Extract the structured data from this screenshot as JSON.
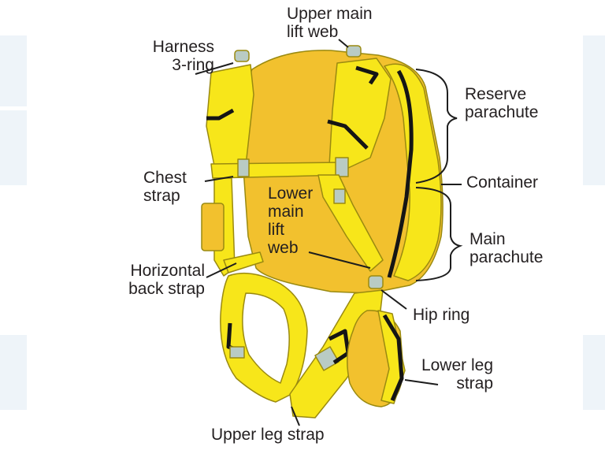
{
  "colors": {
    "yellow": "#f7e61a",
    "yellow_light": "#fbef4c",
    "gold": "#f2c12e",
    "gold_dark": "#e6ad1e",
    "hardware": "#b9cbc4",
    "outline": "#9a8a10",
    "black_strip": "#151515",
    "label": "#231f20",
    "panel": "#eef4f9"
  },
  "icons": [
    "parachute-harness-icon",
    "ring-icon",
    "buckle-icon"
  ],
  "labels": {
    "harness_3_ring": "Harness\n3-ring",
    "upper_main_lift_web": "Upper main\nlift web",
    "reserve_parachute": "Reserve\nparachute",
    "container": "Container",
    "chest_strap": "Chest\nstrap",
    "lower_main_lift_web": "Lower\nmain\nlift\nweb",
    "main_parachute": "Main\nparachute",
    "horizontal_back_strap": "Horizontal\nback strap",
    "hip_ring": "Hip ring",
    "lower_leg_strap": "Lower leg\nstrap",
    "upper_leg_strap": "Upper leg strap"
  }
}
